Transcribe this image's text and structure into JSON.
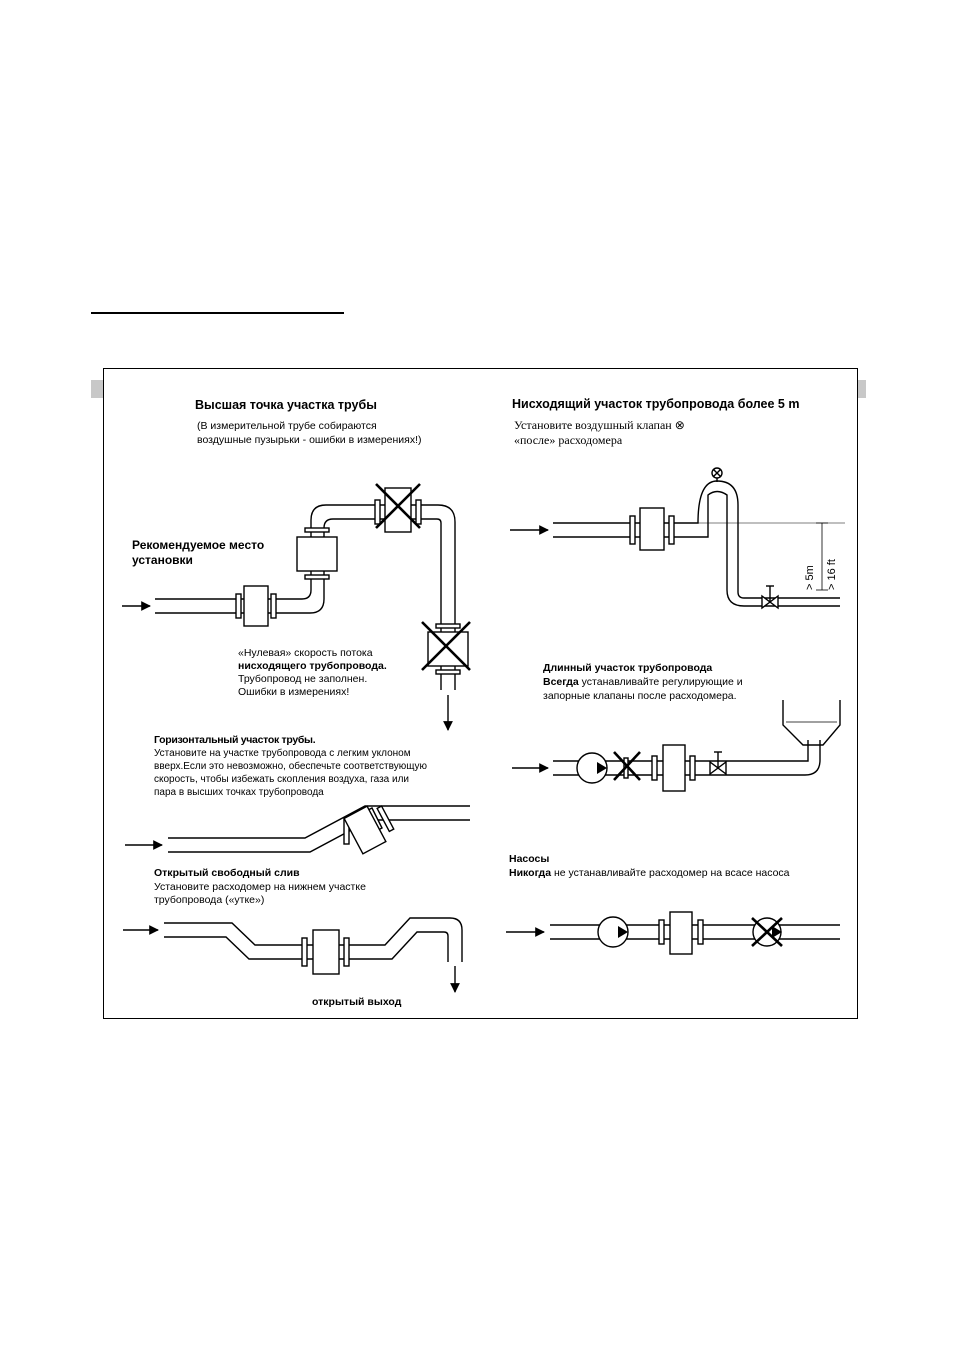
{
  "top_left": {
    "title": "Высшая точка участка трубы",
    "note_line1": "(В измерительной трубе собираются",
    "note_line2": "воздушные пузырьки - ошибки в измерениях!)",
    "recommended_line1": "Рекомендуемое место",
    "recommended_line2": "установки",
    "zero_line1": "«Нулевая» скорость потока",
    "zero_line2": "нисходящего трубопровода.",
    "zero_line3": "Трубопровод не заполнен.",
    "zero_line4": "Ошибки в измерениях!"
  },
  "top_right": {
    "title": "Нисходящий участок трубопровода более 5 m",
    "line1": "Установите воздушный клапан ⊗",
    "line2": "«после» расходомера",
    "dim1": "> 5m",
    "dim2": "> 16 ft"
  },
  "horizontal": {
    "title": "Горизонтальный участок трубы.",
    "line1": "Установите на участке трубопровода с легким уклоном",
    "line2": "вверх.Если это невозможно, обеспечьте соответствующую",
    "line3": "скорость,  чтобы избежать скопления воздуха, газа или",
    "line4": "пара в высших точках трубопровода"
  },
  "long_section": {
    "title": "Длинный участок трубопровода",
    "line1_bold": "Всегда",
    "line1_rest": " устанавливайте регулирующие и",
    "line2": "запорные клапаны   после   расходомера."
  },
  "open_drain": {
    "title": "Открытый свободный слив",
    "line1": "Установите расходомер на нижнем участке",
    "line2": "трубопровода («утке»)",
    "outlet": "открытый выход"
  },
  "pumps": {
    "title": "Насосы",
    "line1_bold": "Никогда",
    "line1_rest": " не устанавливайте расходомер на всасе насоса"
  }
}
